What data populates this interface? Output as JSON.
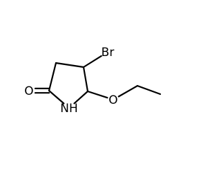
{
  "molecule": {
    "atoms": [
      {
        "id": "c-carbonyl",
        "element": "C",
        "label": ""
      },
      {
        "id": "c-ch2",
        "element": "C",
        "label": ""
      },
      {
        "id": "c-chbr",
        "element": "C",
        "label": ""
      },
      {
        "id": "c-choet",
        "element": "C",
        "label": ""
      },
      {
        "id": "n-ring",
        "element": "N",
        "label": "NH"
      },
      {
        "id": "o-carbonyl",
        "element": "O",
        "label": "O"
      },
      {
        "id": "br",
        "element": "Br",
        "label": "Br"
      },
      {
        "id": "o-ether",
        "element": "O",
        "label": "O"
      },
      {
        "id": "c-ethyl-ch2",
        "element": "C",
        "label": ""
      },
      {
        "id": "c-ethyl-ch3",
        "element": "C",
        "label": ""
      }
    ],
    "bonds": [
      {
        "id": "bond-c1-c2",
        "from": "c-carbonyl",
        "to": "c-ch2",
        "order": 1
      },
      {
        "id": "bond-c2-c3",
        "from": "c-ch2",
        "to": "c-chbr",
        "order": 1
      },
      {
        "id": "bond-c3-c4",
        "from": "c-chbr",
        "to": "c-choet",
        "order": 1
      },
      {
        "id": "bond-c4-n",
        "from": "c-choet",
        "to": "n-ring",
        "order": 1
      },
      {
        "id": "bond-n-c1",
        "from": "n-ring",
        "to": "c-carbonyl",
        "order": 1
      },
      {
        "id": "bond-c1-o",
        "from": "c-carbonyl",
        "to": "o-carbonyl",
        "order": 2
      },
      {
        "id": "bond-c3-br",
        "from": "c-chbr",
        "to": "br",
        "order": 1
      },
      {
        "id": "bond-c4-o",
        "from": "c-choet",
        "to": "o-ether",
        "order": 1
      },
      {
        "id": "bond-o-ch2",
        "from": "o-ether",
        "to": "c-ethyl-ch2",
        "order": 1
      },
      {
        "id": "bond-ch2-ch3",
        "from": "c-ethyl-ch2",
        "to": "c-ethyl-ch3",
        "order": 1
      }
    ]
  }
}
